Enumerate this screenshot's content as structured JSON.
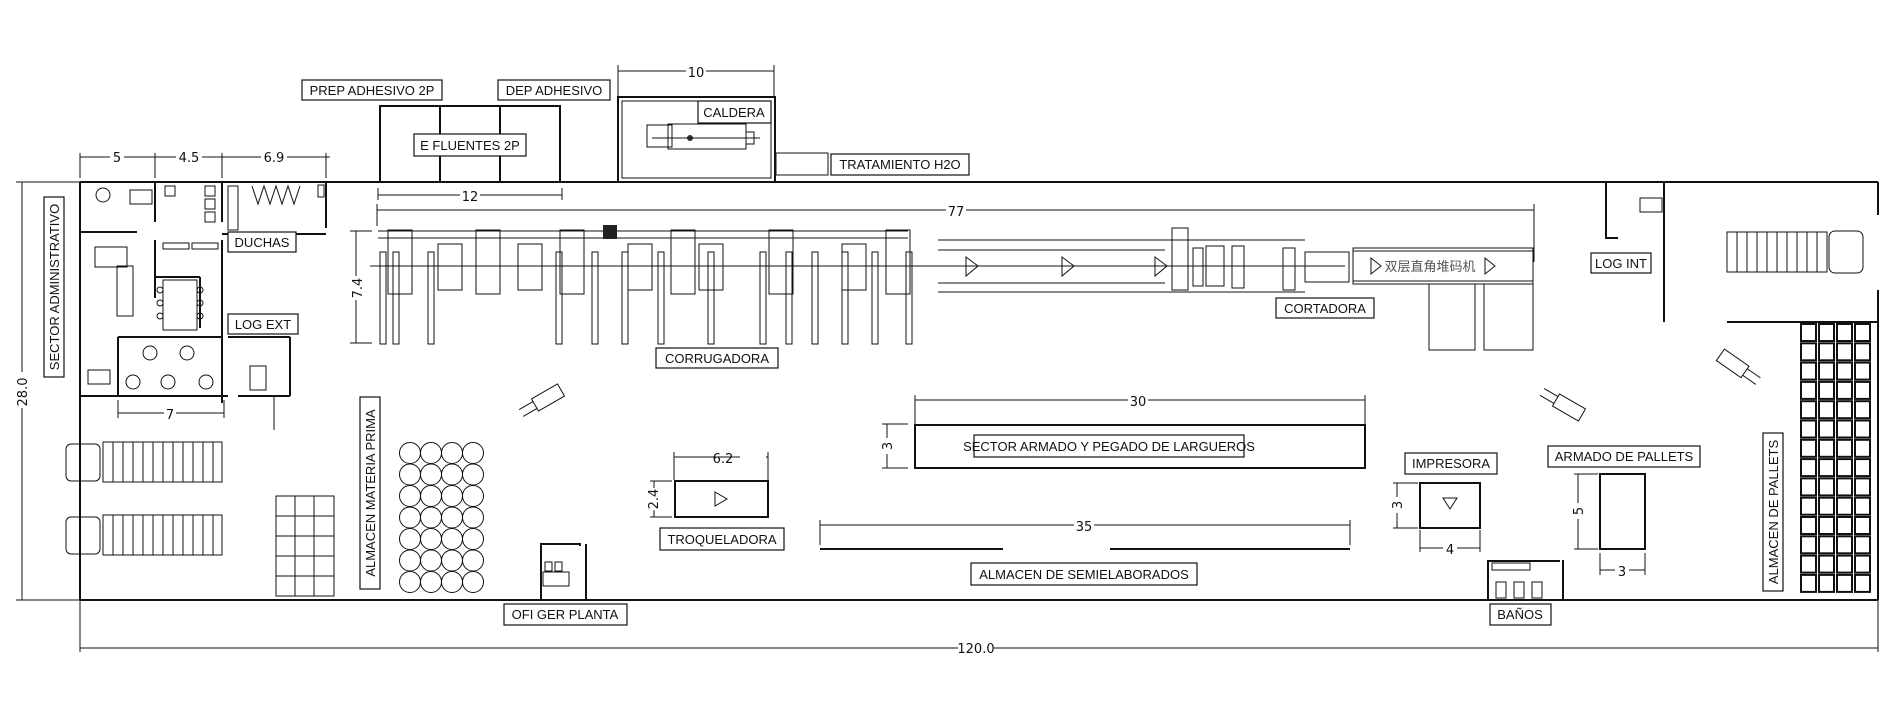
{
  "plan": {
    "colors": {
      "line": "#111111",
      "background": "#ffffff"
    },
    "labels": {
      "sector_administrativo": "SECTOR ADMINISTRATIVO",
      "prep_adhesivo": "PREP ADHESIVO 2P",
      "dep_adhesivo": "DEP ADHESIVO",
      "efluentes": "E FLUENTES 2P",
      "caldera": "CALDERA",
      "tratamiento_h2o": "TRATAMIENTO H2O",
      "duchas": "DUCHAS",
      "log_ext": "LOG EXT",
      "corrugadora": "CORRUGADORA",
      "cortadora": "CORTADORA",
      "stacker_cn": "双层直角堆码机",
      "log_int": "LOG INT",
      "almacen_materia_prima": "ALMACEN MATERIA PRIMA",
      "troqueladora": "TROQUELADORA",
      "sector_armado": "SECTOR ARMADO Y PEGADO DE LARGUEROS",
      "almacen_semielaborados": "ALMACEN DE SEMIELABORADOS",
      "impresora": "IMPRESORA",
      "armado_pallets": "ARMADO DE PALLETS",
      "almacen_pallets": "ALMACEN DE PALLETS",
      "ofi_ger_planta": "OFI GER PLANTA",
      "banos": "BAÑOS"
    },
    "dimensions": {
      "admin_w1": "5",
      "admin_w2": "4.5",
      "admin_w3": "6.9",
      "admin_bottom": "7",
      "efluentes_w": "12",
      "caldera_w": "10",
      "line_length": "77",
      "line_width": "7.4",
      "plant_height": "28.0",
      "plant_length": "120.0",
      "armado_w": "30",
      "armado_h": "3",
      "troq_w": "6.2",
      "troq_h": "2.4",
      "semielab_w": "35",
      "impresora_w": "4",
      "impresora_h": "3",
      "pallets_h": "5",
      "pallets_w": "3"
    }
  }
}
